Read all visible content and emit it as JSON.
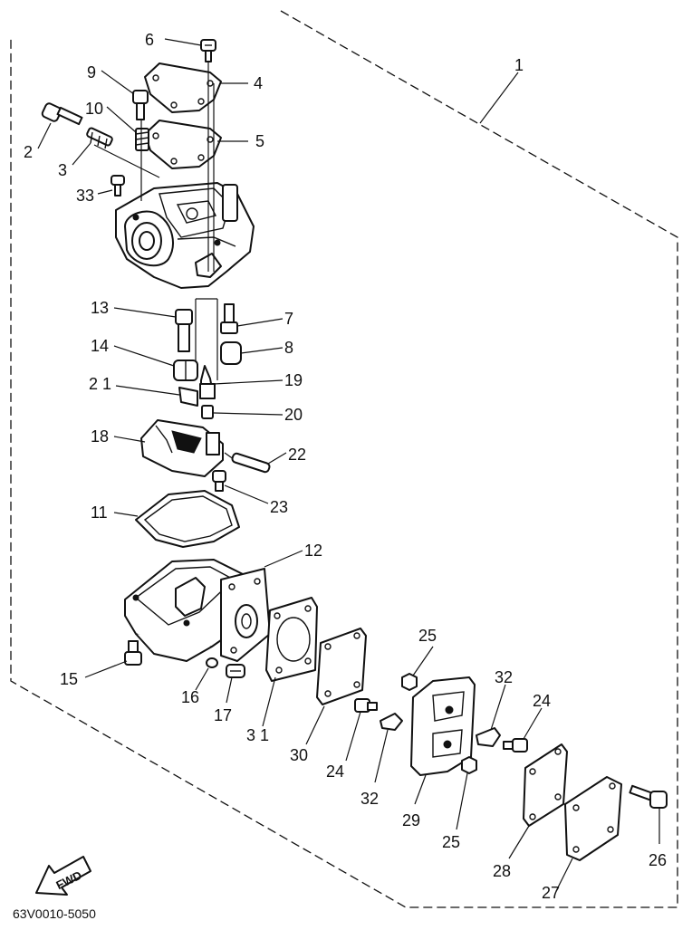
{
  "drawing_code": "63V0010-5050",
  "fwd_label": "FWD",
  "part_numbers": {
    "p1": "1",
    "p2": "2",
    "p3": "3",
    "p4": "4",
    "p5": "5",
    "p6": "6",
    "p7": "7",
    "p8": "8",
    "p9": "9",
    "p10": "10",
    "p11": "11",
    "p12": "12",
    "p13": "13",
    "p14": "14",
    "p15": "15",
    "p16": "16",
    "p17": "17",
    "p18": "18",
    "p19": "19",
    "p20": "20",
    "p21": "2 1",
    "p22": "22",
    "p23": "23",
    "p24a": "24",
    "p24b": "24",
    "p25a": "25",
    "p25b": "25",
    "p26": "26",
    "p27": "27",
    "p28": "28",
    "p29": "29",
    "p30": "30",
    "p31": "3 1",
    "p32a": "32",
    "p32b": "32",
    "p33": "33"
  }
}
